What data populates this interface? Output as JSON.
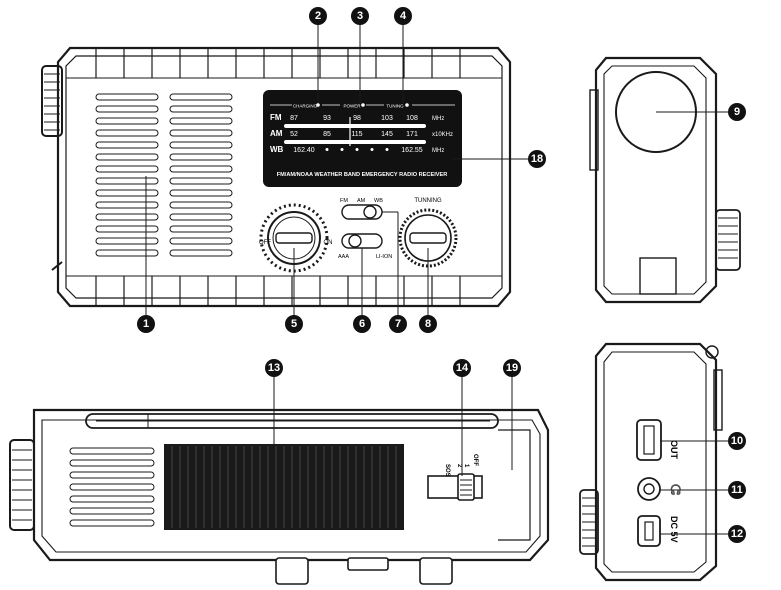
{
  "display": {
    "indicators": [
      "CHARGING",
      "POWER",
      "TUNING"
    ],
    "fm": {
      "band": "FM",
      "ticks": [
        "87",
        "93",
        "98",
        "103",
        "108"
      ],
      "unit": "MHz"
    },
    "am": {
      "band": "AM",
      "ticks": [
        "52",
        "85",
        "115",
        "145",
        "171"
      ],
      "unit": "x10KHz"
    },
    "wb": {
      "band": "WB",
      "start": "162.40",
      "end": "162.55",
      "unit": "MHz"
    },
    "caption": "FM/AM/NOAA WEATHER BAND EMERGENCY RADIO RECEIVER"
  },
  "front_controls": {
    "volume_off": "OFF",
    "volume_on": "ON",
    "band_switch": [
      "FM",
      "AM",
      "WB"
    ],
    "battery_switch": [
      "AAA",
      "LI-ION"
    ],
    "tuning": "TUNNING"
  },
  "bottom_switch": [
    "SOS",
    "2",
    "1",
    "OFF"
  ],
  "side_ports": {
    "out": "OUT",
    "dc": "DC 5V"
  },
  "callouts": [
    "1",
    "2",
    "3",
    "4",
    "5",
    "6",
    "7",
    "8",
    "9",
    "10",
    "11",
    "12",
    "13",
    "14",
    "18",
    "19"
  ],
  "colors": {
    "ink": "#1a1a1a",
    "panel": "#111111",
    "callout": "#111111"
  }
}
